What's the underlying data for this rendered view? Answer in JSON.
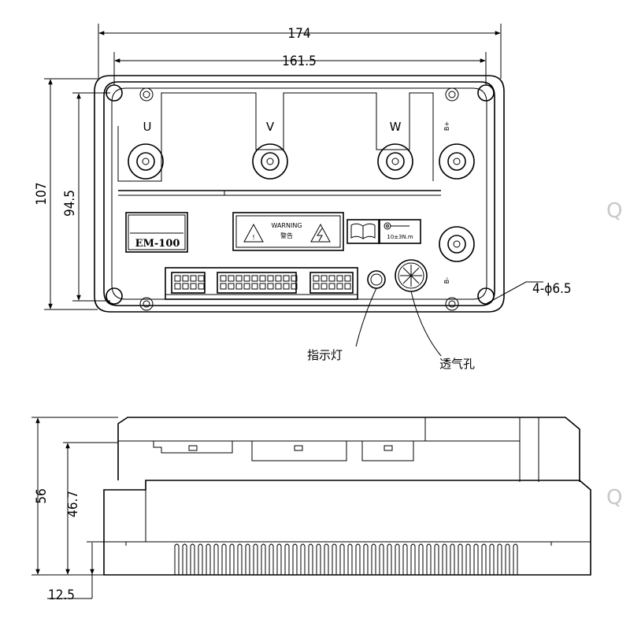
{
  "dimensions": {
    "overall_width": "174",
    "hole_spacing_width": "161.5",
    "overall_height": "107",
    "hole_spacing_height": "94.5",
    "mounting_holes": "4-ϕ6.5",
    "side_height_total": "56",
    "side_height_body": "46.7",
    "side_base_height": "12.5"
  },
  "terminals": {
    "u": "U",
    "v": "V",
    "w": "W",
    "b_plus": "B+",
    "b_minus": "B-"
  },
  "label_plate": {
    "model": "EM-100"
  },
  "warning": {
    "title": "WARNING",
    "subtitle": "警告"
  },
  "torque": {
    "spec": "10±3N.m"
  },
  "callouts": {
    "indicator_light": "指示灯",
    "vent_hole": "透气孔"
  },
  "colors": {
    "line": "#000000",
    "background": "#ffffff",
    "watermark": "#c8c8c8"
  }
}
